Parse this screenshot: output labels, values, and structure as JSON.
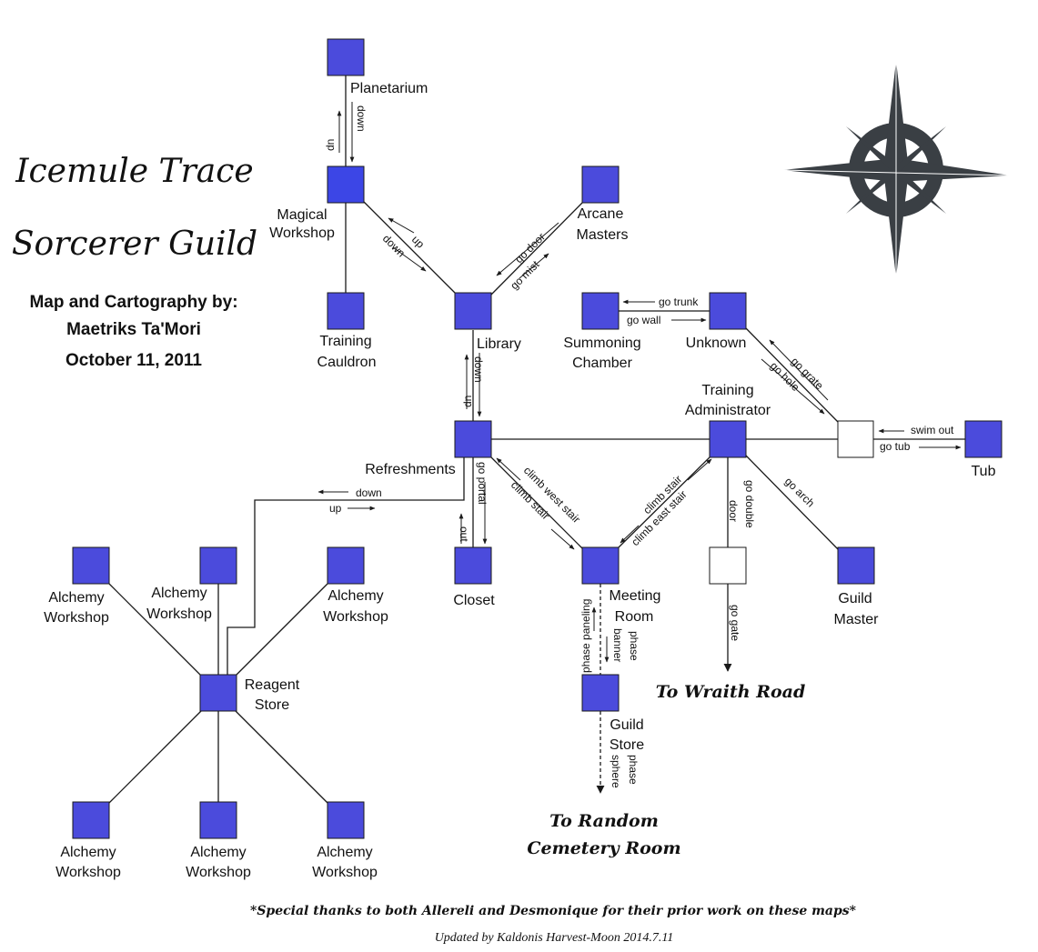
{
  "title": {
    "line1": "Icemule Trace",
    "line2": "Sorcerer Guild"
  },
  "credits": {
    "line1": "Map and Cartography by:",
    "line2": "Maetriks Ta'Mori",
    "line3": "October 11, 2011"
  },
  "rooms": {
    "planetarium": "Planetarium",
    "magical_workshop": [
      "Magical",
      "Workshop"
    ],
    "training_cauldron": [
      "Training",
      "Cauldron"
    ],
    "arcane_masters": [
      "Arcane",
      "Masters"
    ],
    "library": "Library",
    "summoning_chamber": [
      "Summoning",
      "Chamber"
    ],
    "unknown": "Unknown",
    "training_administrator": [
      "Training",
      "Administrator"
    ],
    "tub": "Tub",
    "refreshments": "Refreshments",
    "closet": "Closet",
    "meeting_room": [
      "Meeting",
      "Room"
    ],
    "guild_master": [
      "Guild",
      "Master"
    ],
    "guild_store": [
      "Guild",
      "Store"
    ],
    "reagent_store": [
      "Reagent",
      "Store"
    ],
    "alchemy_workshop": [
      "Alchemy",
      "Workshop"
    ]
  },
  "commands": {
    "planetarium_down": "down",
    "planetarium_dn": "dn",
    "mw_up": "up",
    "mw_down": "down",
    "am_go_door": "go door",
    "am_go_mist": "go mist",
    "lib_down": "down",
    "lib_dn": "dn",
    "go_trunk": "go trunk",
    "go_wall": "go wall",
    "go_grate": "go grate",
    "go_hole": "go hole",
    "swim_out": "swim out",
    "go_tub": "go tub",
    "ref_down": "down",
    "ref_up": "up",
    "go_portal": "go portal",
    "out": "out",
    "climb_west_stair": "climb west stair",
    "climb_stair_left": "climb stair",
    "climb_stair_right": "climb stair",
    "climb_east_stair": "climb east stair",
    "go_double_door": [
      "go double",
      "door"
    ],
    "go_arch": "go arch",
    "go_gate": "go gate",
    "phase_paneling": "phase paneling",
    "phase_banner": [
      "phase",
      "banner"
    ],
    "phase_sphere": [
      "phase",
      "sphere"
    ]
  },
  "destinations": {
    "wraith_road": "To Wraith Road",
    "cemetery_line1": "To Random",
    "cemetery_line2": "Cemetery Room"
  },
  "footer": {
    "thanks": "*Special thanks to both Allereli and Desmonique for their prior work on these maps*",
    "updated": "Updated by Kaldonis Harvest-Moon 2014.7.11"
  },
  "colors": {
    "room_fill": "#4b4bdc",
    "line": "#1a1a1a",
    "compass": "#3a3f44"
  }
}
